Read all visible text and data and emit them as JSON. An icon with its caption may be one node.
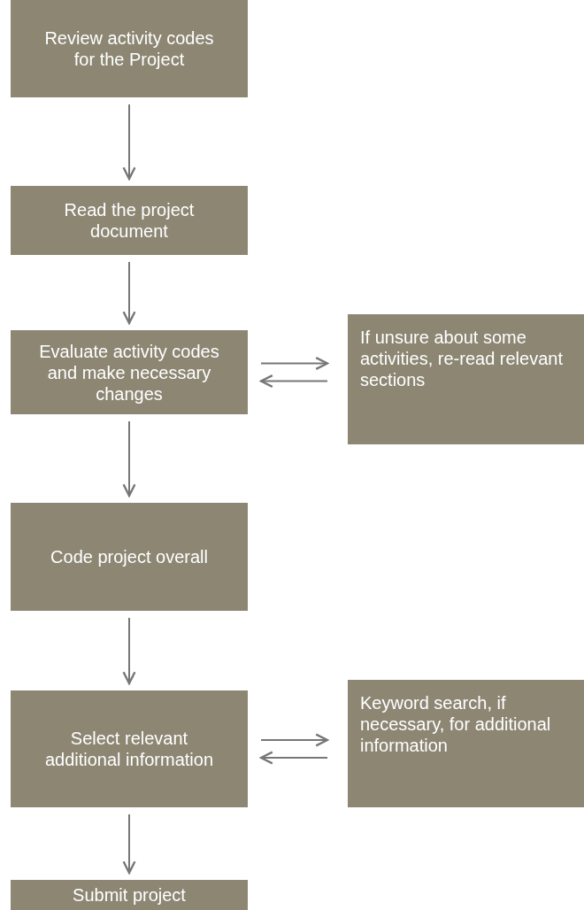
{
  "diagram": {
    "nodes": [
      {
        "text": [
          "Review activity codes for the Project"
        ]
      },
      {
        "text": [
          "Read the project document"
        ]
      },
      {
        "text": [
          "Evaluate activity codes and make necessary changes"
        ]
      },
      {
        "text": [
          "If unsure about some activities, re-read relevant sections"
        ]
      },
      {
        "text": [
          "Code project overall"
        ]
      },
      {
        "text": [
          "Select relevant additional information"
        ]
      },
      {
        "text": [
          "Keyword search, if necessary, for additional information"
        ]
      },
      {
        "text": [
          "Submit project"
        ]
      }
    ],
    "edges": [
      {
        "from": 0,
        "to": 1,
        "arrow": "to"
      },
      {
        "from": 1,
        "to": 2,
        "arrow": "to"
      },
      {
        "from": 2,
        "to": 3,
        "arrow": "to"
      },
      {
        "from": 3,
        "to": 2,
        "arrow": "to"
      },
      {
        "from": 2,
        "to": 4,
        "arrow": "to"
      },
      {
        "from": 4,
        "to": 5,
        "arrow": "to"
      },
      {
        "from": 5,
        "to": 6,
        "arrow": "to"
      },
      {
        "from": 6,
        "to": 5,
        "arrow": "to"
      },
      {
        "from": 5,
        "to": 7,
        "arrow": "to"
      }
    ]
  }
}
